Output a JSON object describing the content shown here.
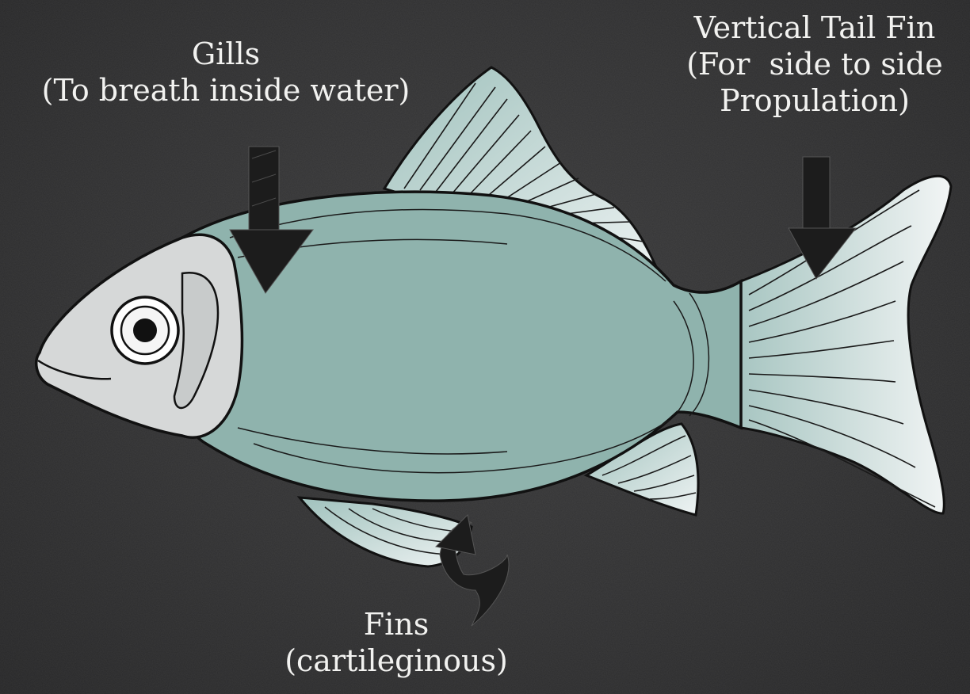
{
  "labels": {
    "gills": {
      "title": "Gills",
      "detail": "(To breath inside water)"
    },
    "tail": {
      "title": "Vertical Tail Fin",
      "detail_1": "(For  side to side",
      "detail_2": "Propulation)"
    },
    "fins": {
      "title": "Fins",
      "detail": "(cartileginous)"
    }
  },
  "colors": {
    "board": "#2e2e2f",
    "body": "#8fb3ad",
    "head": "#d6d8d8",
    "fin": "#c9dcdb",
    "outline": "#111111",
    "arrow": "#1c1c1c",
    "text": "#f2f2f0"
  }
}
